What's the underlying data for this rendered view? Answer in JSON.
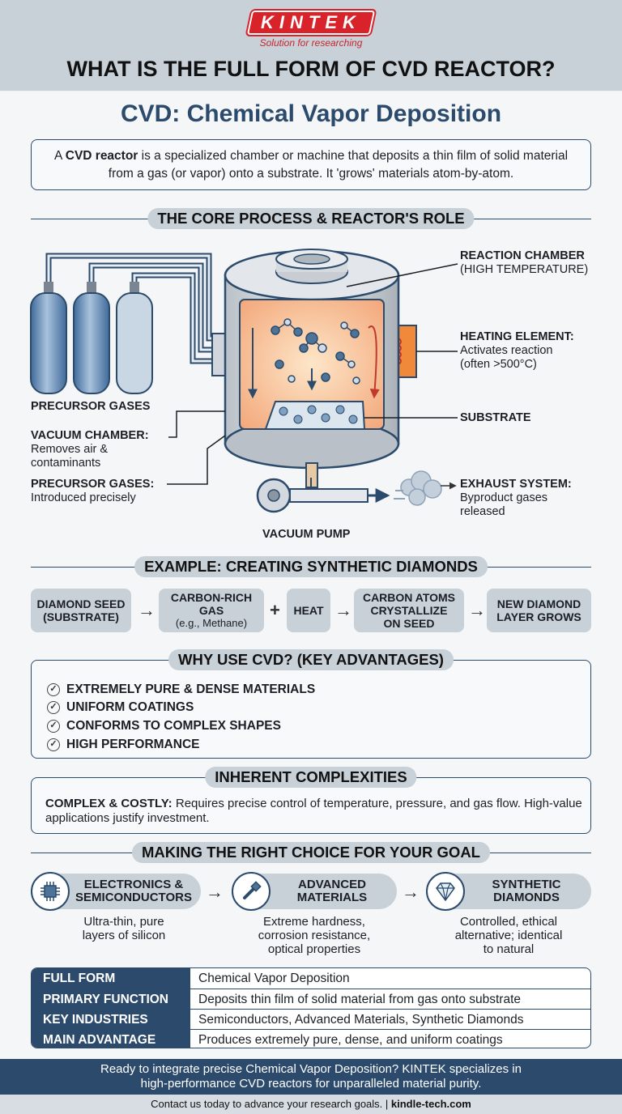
{
  "header": {
    "brand": "KINTEK",
    "tagline": "Solution for researching",
    "title": "WHAT IS THE FULL FORM OF CVD REACTOR?"
  },
  "subtitle": "CVD: Chemical Vapor Deposition",
  "intro": {
    "prefix": "A ",
    "bold": "CVD reactor",
    "rest": " is a specialized chamber or machine that deposits a thin film of solid material from a gas (or vapor) onto a substrate. It 'grows' materials atom-by-atom."
  },
  "sections": {
    "process": "THE CORE PROCESS & REACTOR'S ROLE",
    "example": "EXAMPLE: CREATING SYNTHETIC DIAMONDS",
    "advantages": "WHY USE CVD? (KEY ADVANTAGES)",
    "complexities": "INHERENT COMPLEXITIES",
    "choice": "MAKING THE RIGHT CHOICE FOR YOUR GOAL"
  },
  "diagram": {
    "reaction_chamber": {
      "title": "REACTION CHAMBER",
      "desc": "(HIGH TEMPERATURE)"
    },
    "heating_element": {
      "title": "HEATING ELEMENT:",
      "line1": "Activates reaction",
      "line2": "(often >500°C)"
    },
    "substrate": "SUBSTRATE",
    "precursor_gases_label": "PRECURSOR GASES",
    "vacuum_chamber": {
      "title": "VACUUM CHAMBER:",
      "line1": "Removes air &",
      "line2": "contaminants"
    },
    "precursor_gases": {
      "title": "PRECURSOR GASES:",
      "line1": "Introduced precisely"
    },
    "vacuum_pump": "VACUUM PUMP",
    "exhaust": {
      "title": "EXHAUST SYSTEM:",
      "line1": "Byproduct gases",
      "line2": "released"
    }
  },
  "example_flow": {
    "step1": [
      "DIAMOND SEED",
      "(SUBSTRATE)"
    ],
    "step2": [
      "CARBON-RICH",
      "GAS",
      "(e.g., Methane)"
    ],
    "plus": "+",
    "step3": "HEAT",
    "step4": [
      "CARBON ATOMS",
      "CRYSTALLIZE",
      "ON SEED"
    ],
    "step5": [
      "NEW DIAMOND",
      "LAYER GROWS"
    ]
  },
  "advantages": [
    "EXTREMELY PURE & DENSE MATERIALS",
    "UNIFORM COATINGS",
    "CONFORMS TO COMPLEX SHAPES",
    "HIGH PERFORMANCE"
  ],
  "complexities": {
    "bold": "COMPLEX & COSTLY:",
    "text": " Requires precise control of temperature, pressure, and gas flow. High-value applications justify investment."
  },
  "goals": [
    {
      "title1": "ELECTRONICS &",
      "title2": "SEMICONDUCTORS",
      "desc1": "Ultra-thin, pure",
      "desc2": "layers of silicon",
      "desc3": "",
      "icon": "chip-icon"
    },
    {
      "title1": "ADVANCED",
      "title2": "MATERIALS",
      "desc1": "Extreme hardness,",
      "desc2": "corrosion resistance,",
      "desc3": "optical properties",
      "icon": "tool-icon"
    },
    {
      "title1": "SYNTHETIC",
      "title2": "DIAMONDS",
      "desc1": "Controlled, ethical",
      "desc2": "alternative; identical",
      "desc3": "to natural",
      "icon": "diamond-icon"
    }
  ],
  "summary": [
    {
      "key": "FULL FORM",
      "value": "Chemical Vapor Deposition"
    },
    {
      "key": "PRIMARY FUNCTION",
      "value": "Deposits thin film of solid material from gas onto substrate"
    },
    {
      "key": "KEY INDUSTRIES",
      "value": "Semiconductors, Advanced Materials, Synthetic Diamonds"
    },
    {
      "key": "MAIN ADVANTAGE",
      "value": "Produces extremely pure, dense, and uniform coatings"
    }
  ],
  "footer": {
    "cta1": "Ready to integrate precise Chemical Vapor Deposition? KINTEK specializes in",
    "cta2": "high-performance CVD reactors for unparalleled material purity.",
    "contact": "Contact us today to advance your research goals. | ",
    "site": "kindle-tech.com"
  },
  "colors": {
    "navy": "#2c4a6b",
    "brand_red": "#d8232a",
    "pill_gray": "#c8d0d8"
  }
}
